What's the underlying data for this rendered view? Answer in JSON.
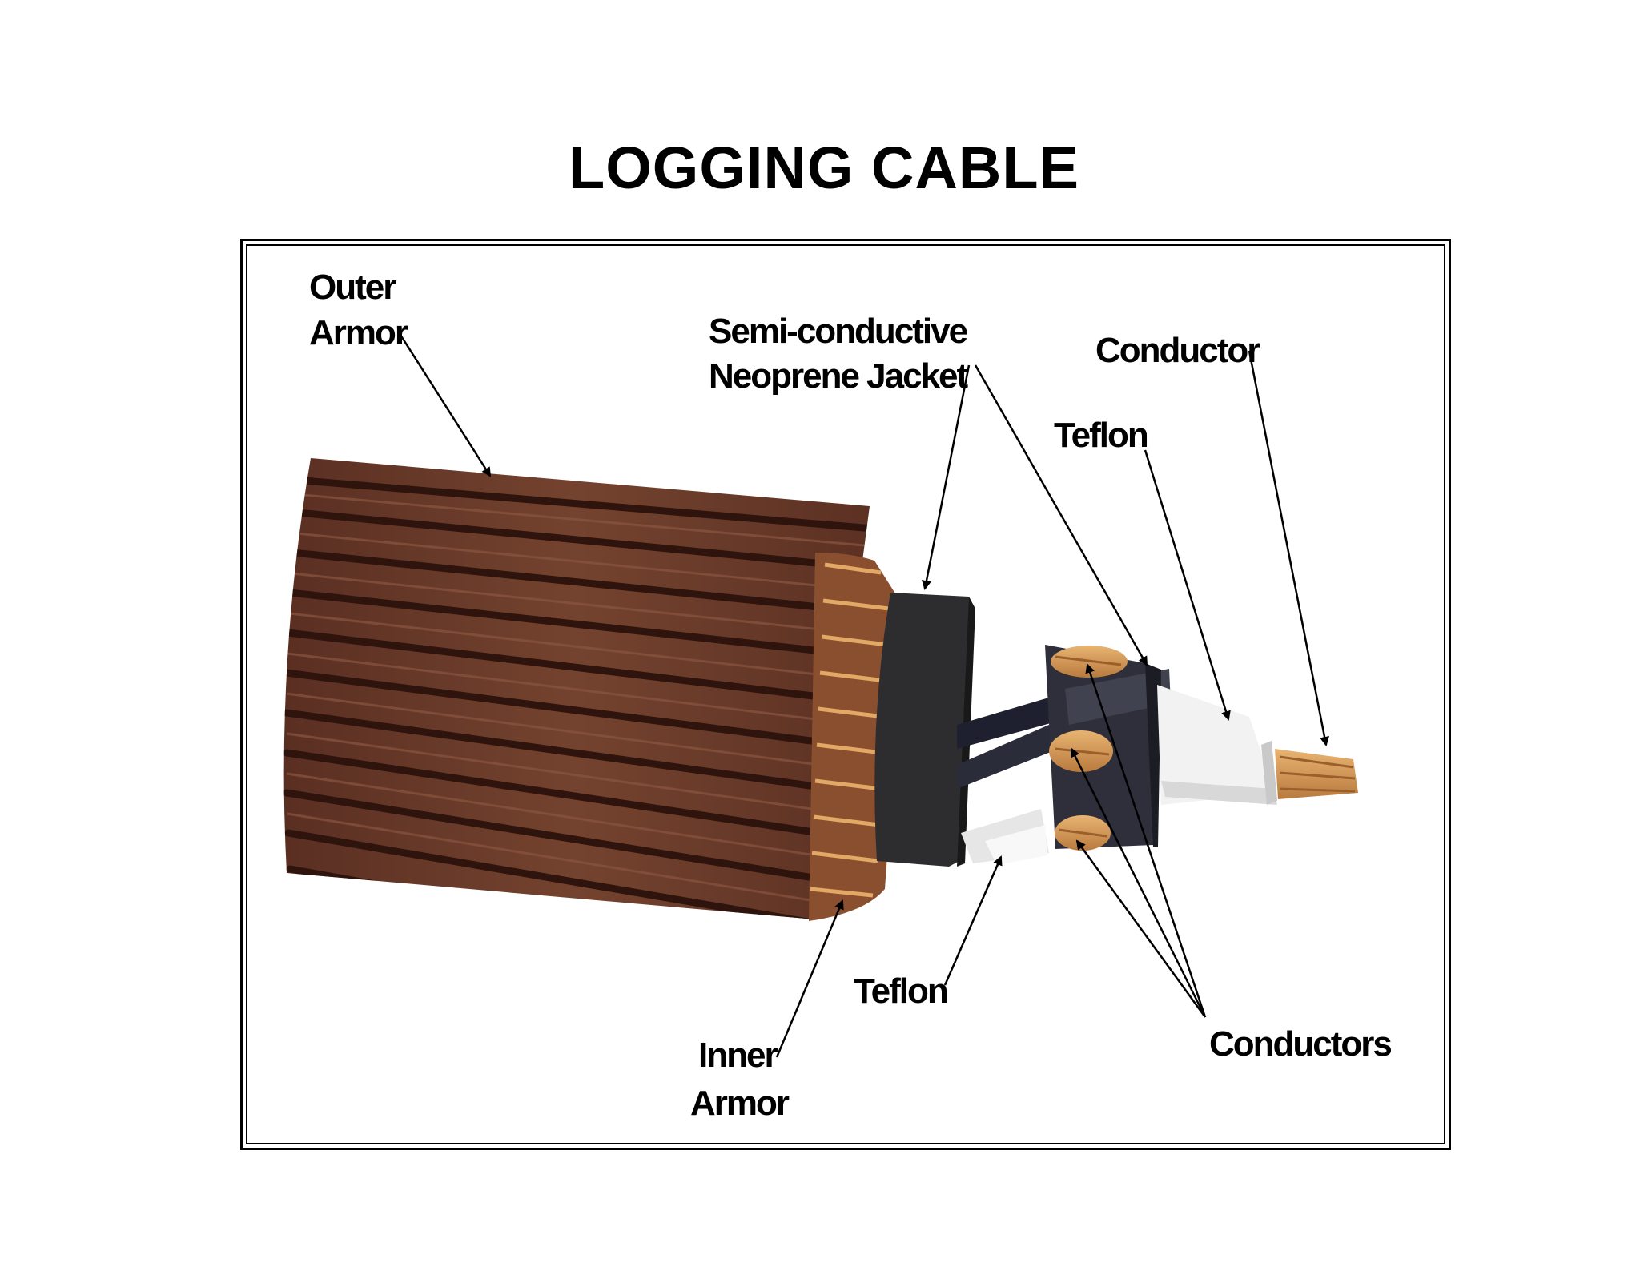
{
  "title": "LOGGING CABLE",
  "labels": {
    "outer_armor": [
      "Outer",
      "Armor"
    ],
    "jacket": [
      "Semi-conductive",
      "Neoprene Jacket"
    ],
    "conductor_top": "Conductor",
    "teflon_top": "Teflon",
    "teflon_bottom": "Teflon",
    "inner_armor": [
      "Inner",
      "Armor"
    ],
    "conductors": "Conductors"
  },
  "colors": {
    "armor_brown": "#6e3f30",
    "armor_groove": "#2e140c",
    "copper": "#d49a5a",
    "jacket_black": "#2d2d2f",
    "teflon_white": "#f4f4f4"
  }
}
